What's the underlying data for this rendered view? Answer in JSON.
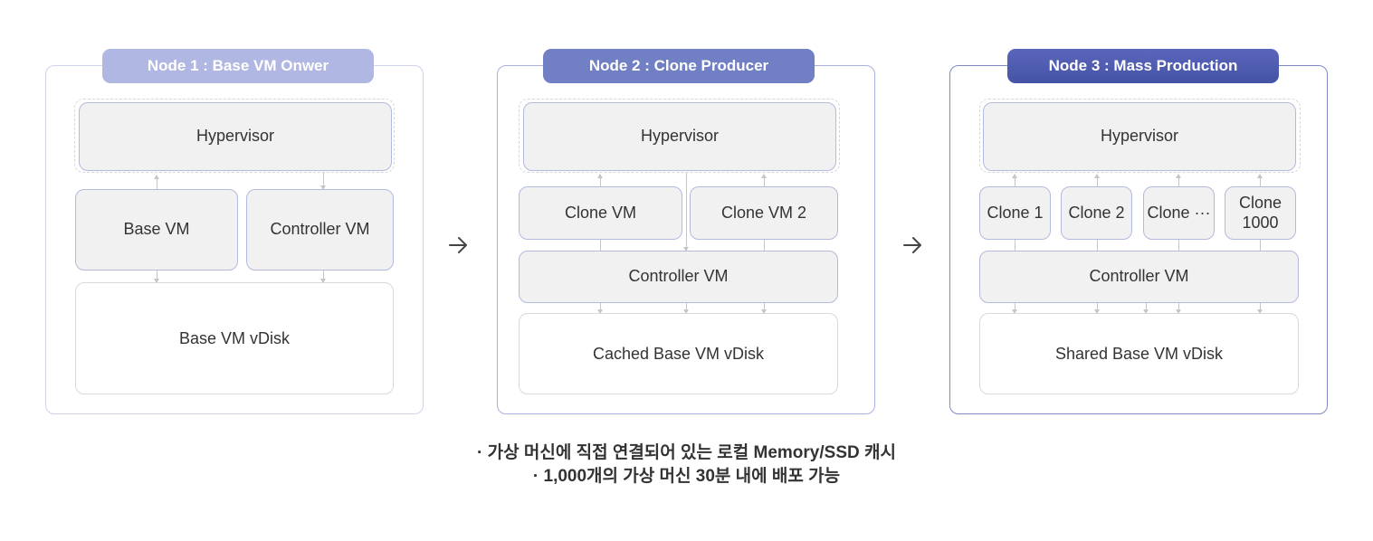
{
  "nodes": [
    {
      "title": "Node 1 : Base VM Onwer",
      "hypervisor": "Hypervisor",
      "vms": [
        "Base VM",
        "Controller VM"
      ],
      "disk": "Base VM vDisk"
    },
    {
      "title": "Node 2 : Clone Producer",
      "hypervisor": "Hypervisor",
      "vms": [
        "Clone VM",
        "Clone VM 2"
      ],
      "controller": "Controller VM",
      "disk": "Cached Base VM vDisk"
    },
    {
      "title": "Node 3 : Mass Production",
      "hypervisor": "Hypervisor",
      "vms": [
        "Clone 1",
        "Clone 2",
        "Clone ···",
        "Clone\n1000"
      ],
      "controller": "Controller VM",
      "disk": "Shared Base VM vDisk"
    }
  ],
  "flow_arrows": [
    "arrow-right-icon",
    "arrow-right-icon"
  ],
  "colors": {
    "node1_accent": "#b1b7e3",
    "node2_accent": "#717fc4",
    "node3_accent": "#4d5aae"
  },
  "notes": [
    "· 가상 머신에 직접 연결되어 있는 로컬 Memory/SSD 캐시",
    "· 1,000개의 가상 머신 30분 내에 배포 가능"
  ]
}
